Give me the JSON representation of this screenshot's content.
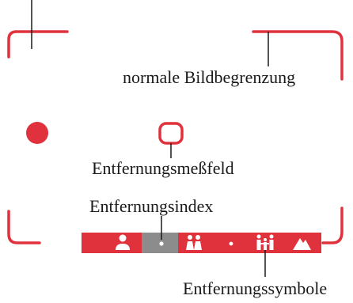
{
  "labels": {
    "frame_boundary": "normale Bildbegrenzung",
    "rangefinder_field": "Entfernungsmeßfeld",
    "distance_index": "Entfernungsindex",
    "distance_symbols": "Entfernungssymbole"
  },
  "distance_scale": {
    "symbols": [
      {
        "name": "portrait-icon",
        "meaning": "single person"
      },
      {
        "name": "index-dot",
        "meaning": "index"
      },
      {
        "name": "group-icon",
        "meaning": "two people"
      },
      {
        "name": "scale-dot",
        "meaning": "dot"
      },
      {
        "name": "family-icon",
        "meaning": "group of people"
      },
      {
        "name": "mountain-icon",
        "meaning": "landscape"
      }
    ]
  },
  "colors": {
    "accent_red": "#e0323c",
    "index_gray": "#8c8c8c",
    "text": "#1a1a1a",
    "background": "#ffffff"
  }
}
